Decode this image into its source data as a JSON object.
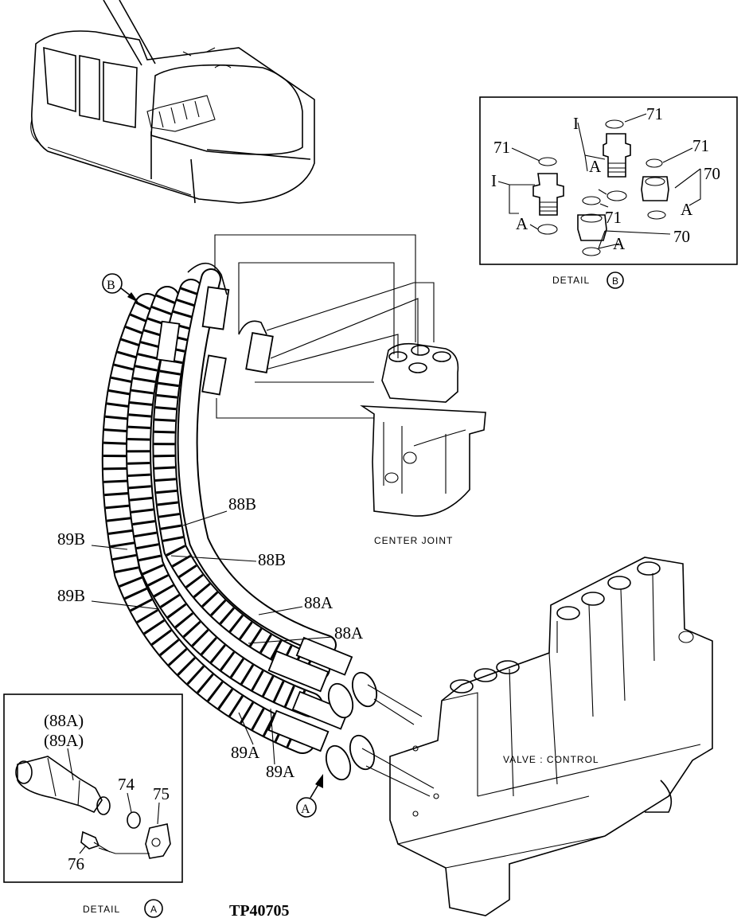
{
  "labels": {
    "center_joint": "CENTER JOINT",
    "valve_control": "VALVE : CONTROL",
    "detail_a_word": "DETAIL",
    "detail_a_letter": "A",
    "detail_b_word": "DETAIL",
    "detail_b_letter": "B",
    "figure_ref": "TP40705"
  },
  "callouts": {
    "b_marker": "B",
    "a_marker": "A",
    "p88B_1": "88B",
    "p88B_2": "88B",
    "p89B_1": "89B",
    "p89B_2": "89B",
    "p88A_1": "88A",
    "p88A_2": "88A",
    "p89A_1": "89A",
    "p89A_2": "89A"
  },
  "detail_a": {
    "p88A": "(88A)",
    "p89A": "(89A)",
    "p74": "74",
    "p75": "75",
    "p76": "76"
  },
  "detail_b": {
    "p71_a": "71",
    "p71_b": "71",
    "p71_c": "71",
    "p71_d": "71",
    "p70_a": "70",
    "p70_b": "70",
    "i_a": "I",
    "i_b": "I",
    "a_a": "A",
    "a_b": "A",
    "a_c": "A",
    "a_d": "A"
  }
}
